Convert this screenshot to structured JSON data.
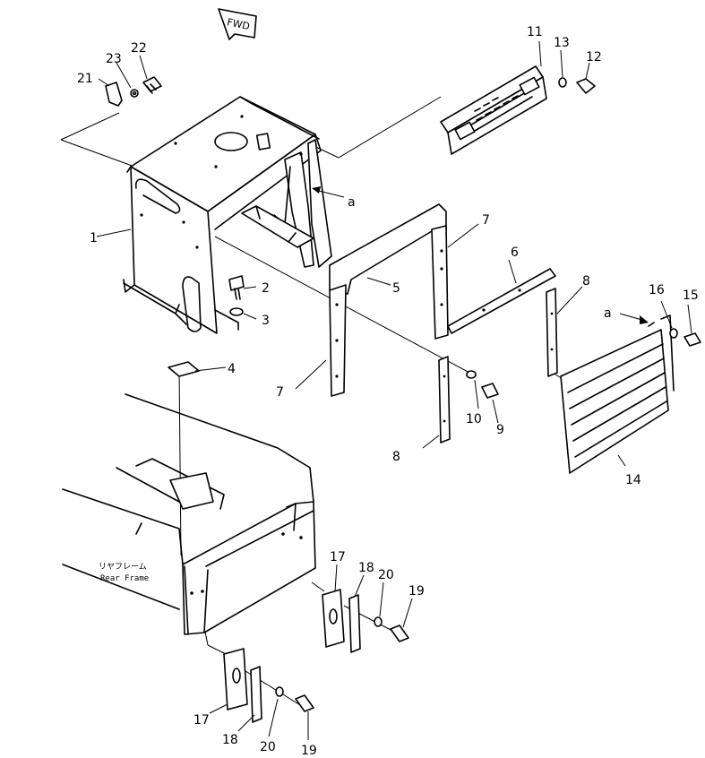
{
  "labels": {
    "l1": "1",
    "l2": "2",
    "l3": "3",
    "l4": "4",
    "l5": "5",
    "l6": "6",
    "l7a": "7",
    "l7b": "7",
    "l8a": "8",
    "l8b": "8",
    "l9": "9",
    "l10": "10",
    "l11": "11",
    "l12": "12",
    "l13": "13",
    "l14": "14",
    "l15": "15",
    "l16": "16",
    "l17a": "17",
    "l17b": "17",
    "l18a": "18",
    "l18b": "18",
    "l19a": "19",
    "l19b": "19",
    "l20a": "20",
    "l20b": "20",
    "l21": "21",
    "l22": "22",
    "l23": "23",
    "refA1": "a",
    "refA2": "a"
  },
  "fwd_label": "FWD",
  "frame_label_jp": "リヤフレーム",
  "frame_label_en": "Rear Frame"
}
